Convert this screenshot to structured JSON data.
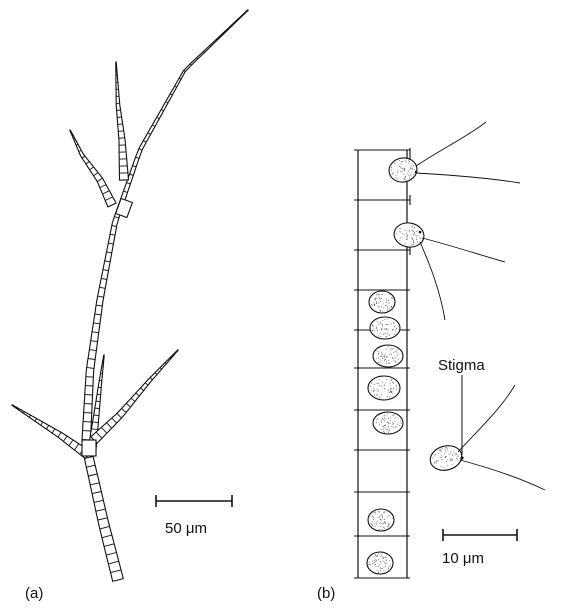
{
  "panel_a": {
    "label": "(a)",
    "scale_bar_text": "50 μm"
  },
  "panel_b": {
    "label": "(b)",
    "scale_bar_text": "10 μm",
    "callout": "Stigma"
  }
}
